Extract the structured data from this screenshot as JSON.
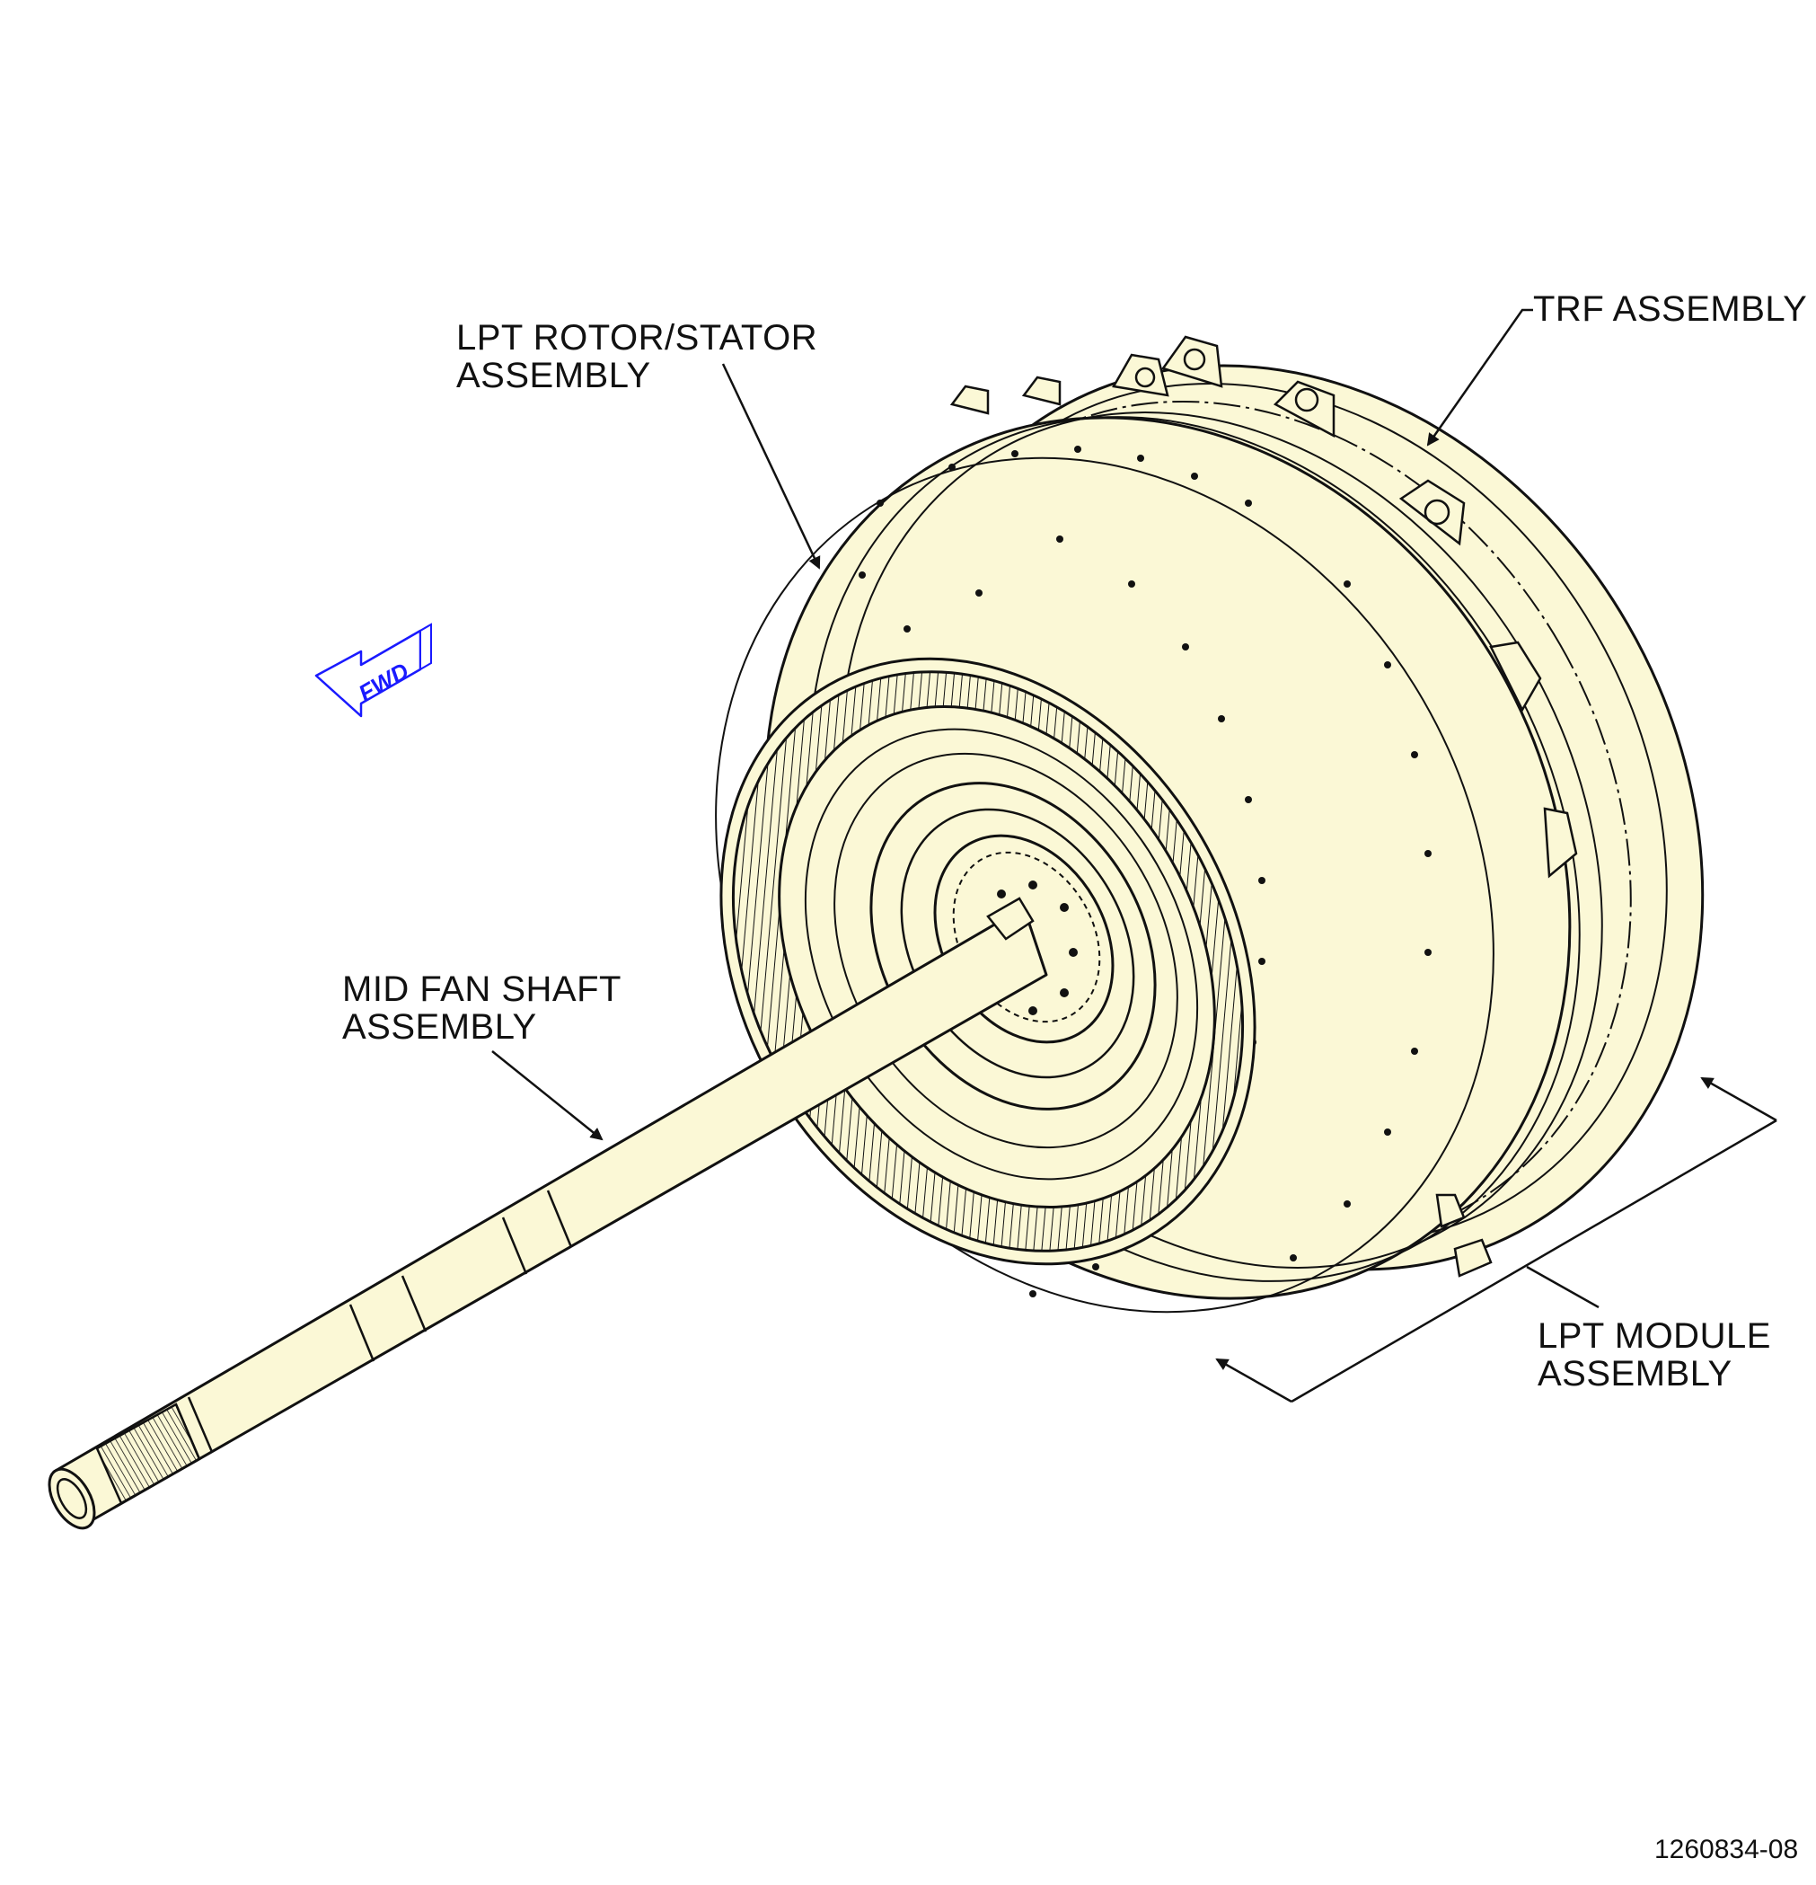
{
  "labels": {
    "lpt_rotor_stator": [
      "LPT ROTOR/STATOR",
      "ASSEMBLY"
    ],
    "trf": [
      "TRF ASSEMBLY"
    ],
    "mid_fan_shaft": [
      "MID FAN SHAFT",
      "ASSEMBLY"
    ],
    "lpt_module": [
      "LPT MODULE",
      "ASSEMBLY"
    ]
  },
  "fwd_indicator": "FWD",
  "figure_number": "1260834-08",
  "colors": {
    "part_fill": "#fbf8d6",
    "line": "#111111",
    "fwd_arrow": "#1a1aff"
  }
}
